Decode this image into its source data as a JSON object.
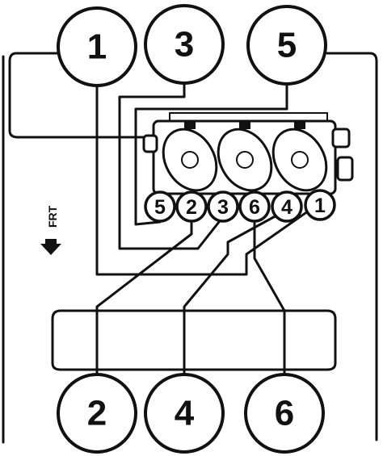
{
  "top_cylinders": [
    "1",
    "3",
    "5"
  ],
  "bottom_cylinders": [
    "2",
    "4",
    "6"
  ],
  "coil_terminals": [
    "5",
    "2",
    "3",
    "6",
    "4",
    "1"
  ],
  "front_indicator": "FRT"
}
